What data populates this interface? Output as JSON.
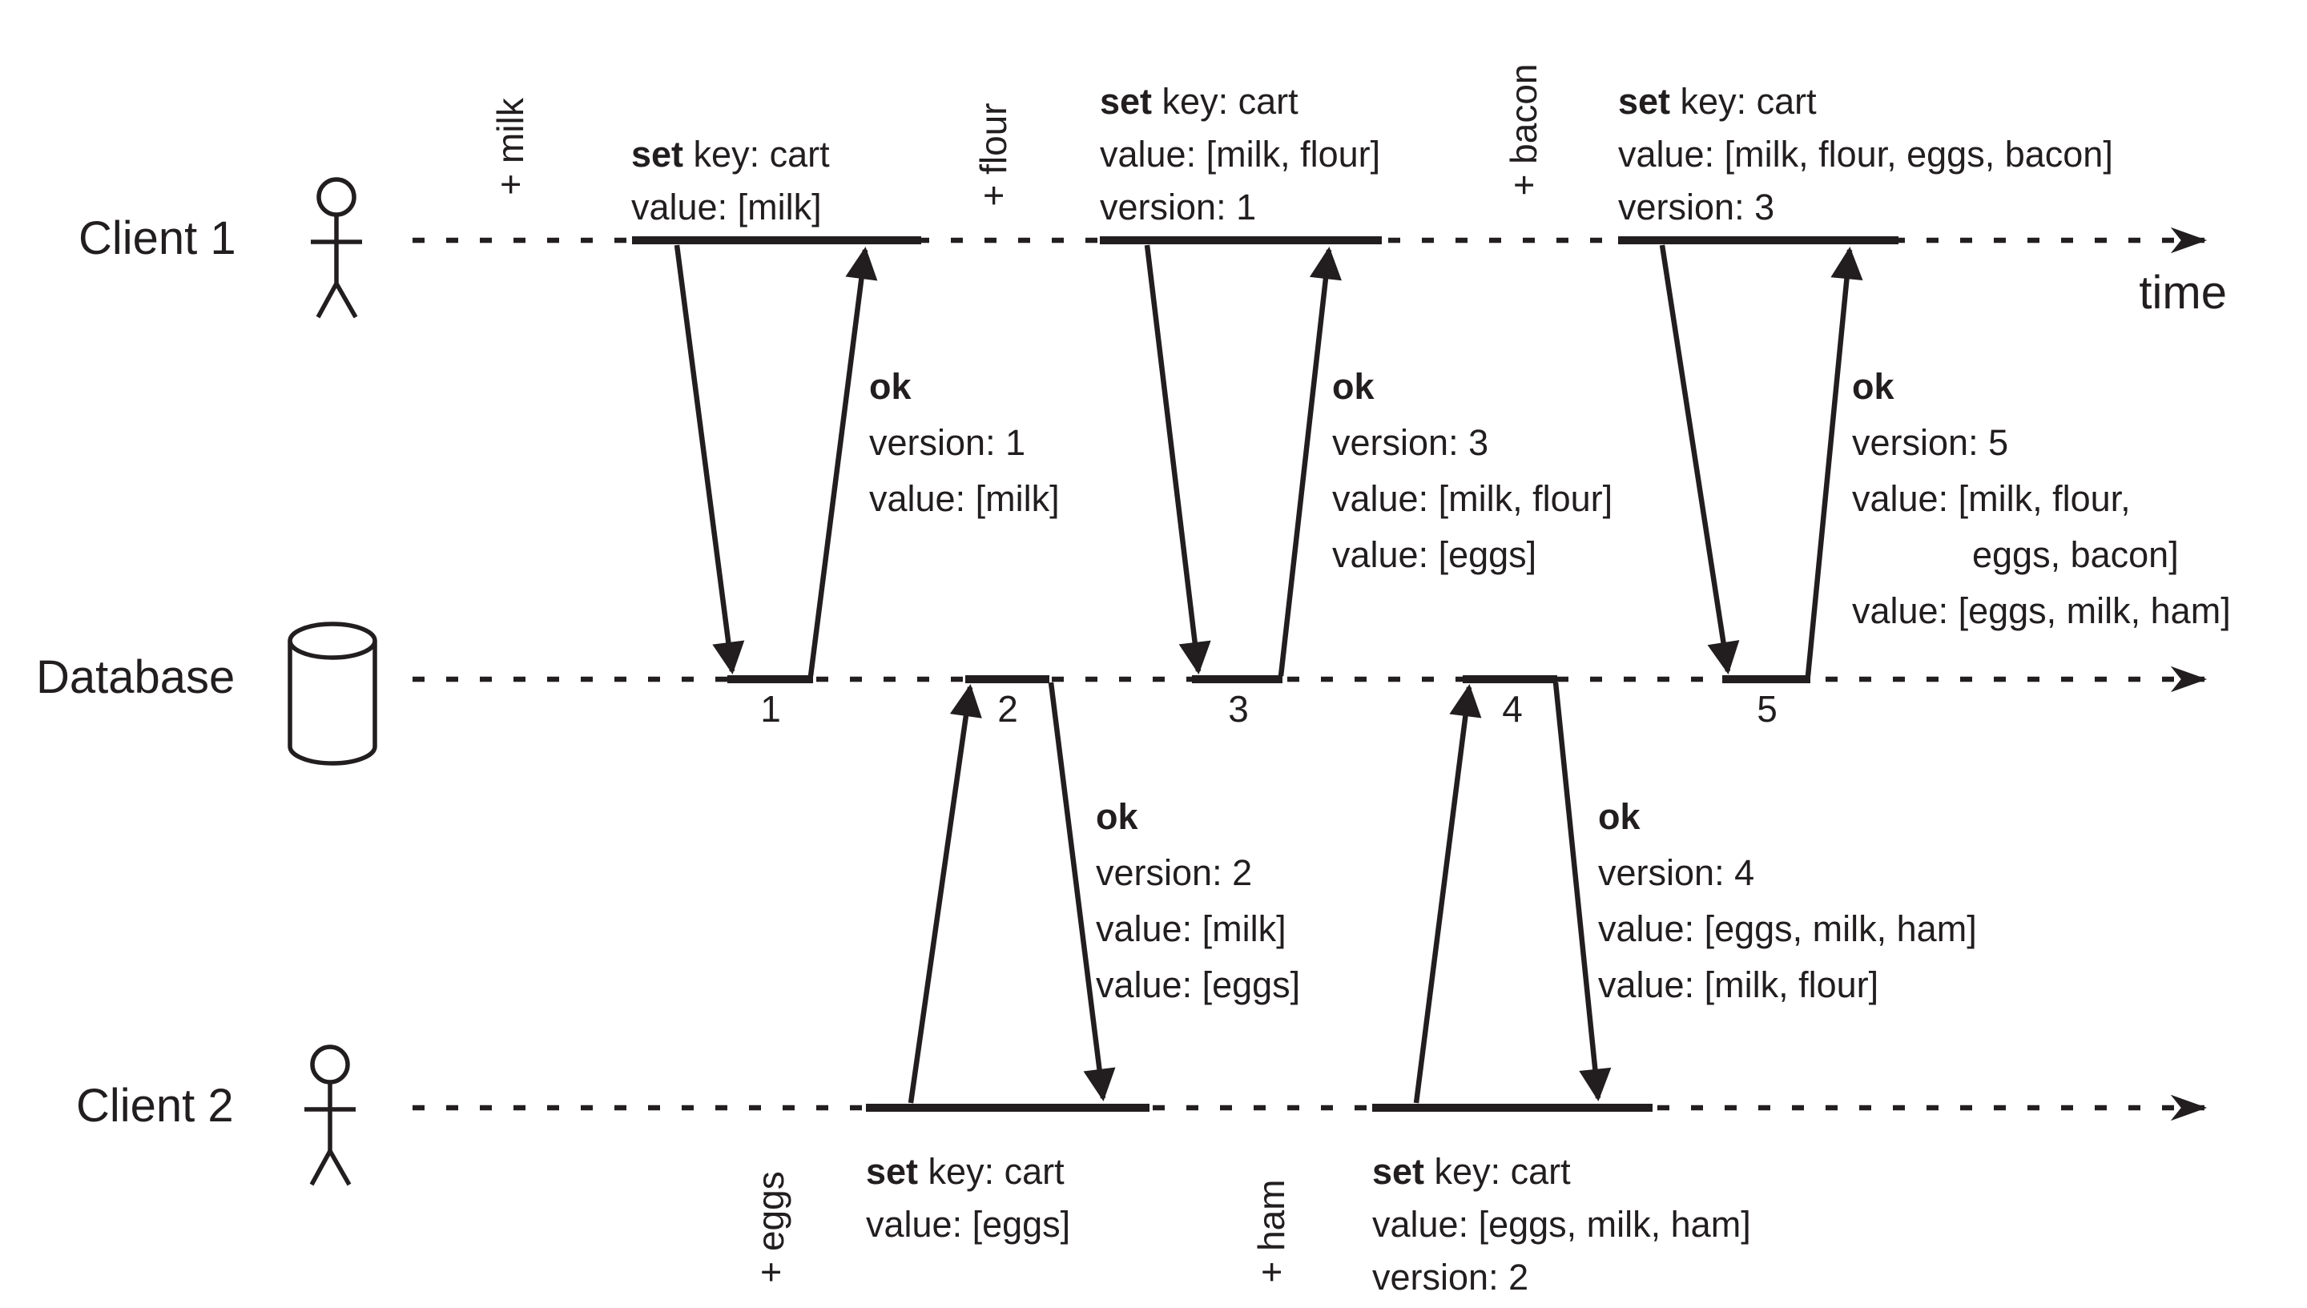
{
  "diagram": {
    "title_hint": "Causal dependencies between two clients concurrently editing a shopping cart",
    "ink_color": "#221e1f",
    "background_color": "#ffffff",
    "lanes": {
      "client1": "Client 1",
      "database": "Database",
      "client2": "Client 2"
    },
    "time_label": "time",
    "annotations": {
      "milk": "+ milk",
      "flour": "+ flour",
      "bacon": "+ bacon",
      "eggs": "+ eggs",
      "ham": "+ ham"
    },
    "db_version_markers": [
      "1",
      "2",
      "3",
      "4",
      "5"
    ],
    "messages": {
      "req1": {
        "keyword": "set",
        "head": " key: cart",
        "lines": [
          "value: [milk]"
        ]
      },
      "resp1": {
        "keyword": "ok",
        "lines": [
          "version: 1",
          "value: [milk]"
        ]
      },
      "req2": {
        "keyword": "set",
        "head": " key: cart",
        "lines": [
          "value: [eggs]"
        ]
      },
      "resp2": {
        "keyword": "ok",
        "lines": [
          "version: 2",
          "value: [milk]",
          "value: [eggs]"
        ]
      },
      "req3": {
        "keyword": "set",
        "head": " key: cart",
        "lines": [
          "value: [milk, flour]",
          "version: 1"
        ]
      },
      "resp3": {
        "keyword": "ok",
        "lines": [
          "version: 3",
          "value: [milk, flour]",
          "value: [eggs]"
        ]
      },
      "req4": {
        "keyword": "set",
        "head": " key: cart",
        "lines": [
          "value: [eggs, milk, ham]",
          "version: 2"
        ]
      },
      "resp4": {
        "keyword": "ok",
        "lines": [
          "version: 4",
          "value: [eggs, milk, ham]",
          "value: [milk, flour]"
        ]
      },
      "req5": {
        "keyword": "set",
        "head": " key: cart",
        "lines": [
          "value: [milk, flour, eggs, bacon]",
          "version: 3"
        ]
      },
      "resp5": {
        "keyword": "ok",
        "lines": [
          "version: 5",
          "value: [milk, flour,",
          "eggs, bacon]",
          "value: [eggs, milk, ham]"
        ]
      }
    }
  }
}
